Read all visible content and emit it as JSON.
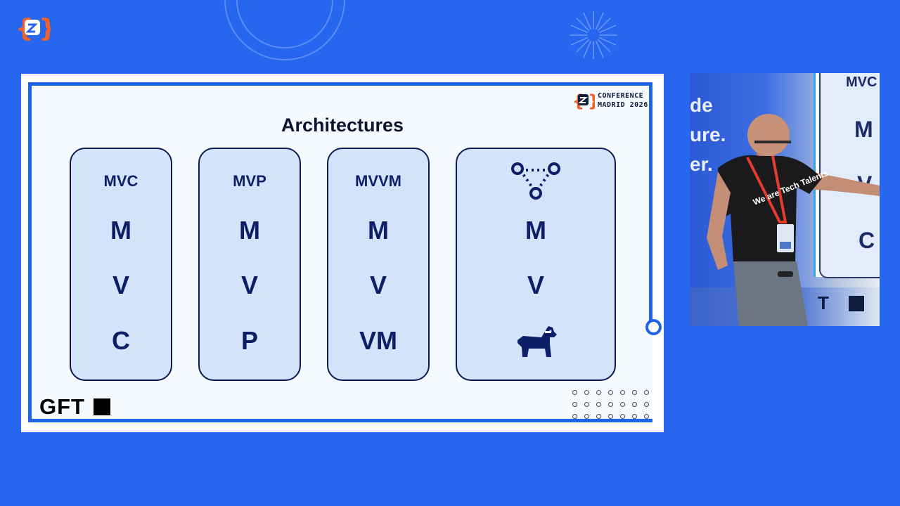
{
  "colors": {
    "background": "#2766ee",
    "frame": "#1f64e6",
    "card_fill": "#d3e4fa",
    "card_border": "#0b1b52",
    "text_dark": "#0e1f6a"
  },
  "slide": {
    "title": "Architectures",
    "conference_line1": "CONFERENCE",
    "conference_line2": "MADRID 2026",
    "gft_label": "GFT",
    "cards": [
      {
        "header": "MVC",
        "letters": [
          "M",
          "V",
          "C"
        ]
      },
      {
        "header": "MVP",
        "letters": [
          "M",
          "V",
          "P"
        ]
      },
      {
        "header": "MVVM",
        "letters": [
          "M",
          "V",
          "VM"
        ]
      },
      {
        "header_icon": "triangle-nodes-icon",
        "letters": [
          "M",
          "V"
        ],
        "footer_icon": "dog-icon"
      }
    ]
  },
  "video": {
    "screen_header": "MVC",
    "screen_letters": [
      "M",
      "V",
      "C"
    ],
    "background_text": [
      "de",
      "ure.",
      "er."
    ],
    "shirt_text": "We are Tech Talents",
    "gft_fragment": "T"
  }
}
